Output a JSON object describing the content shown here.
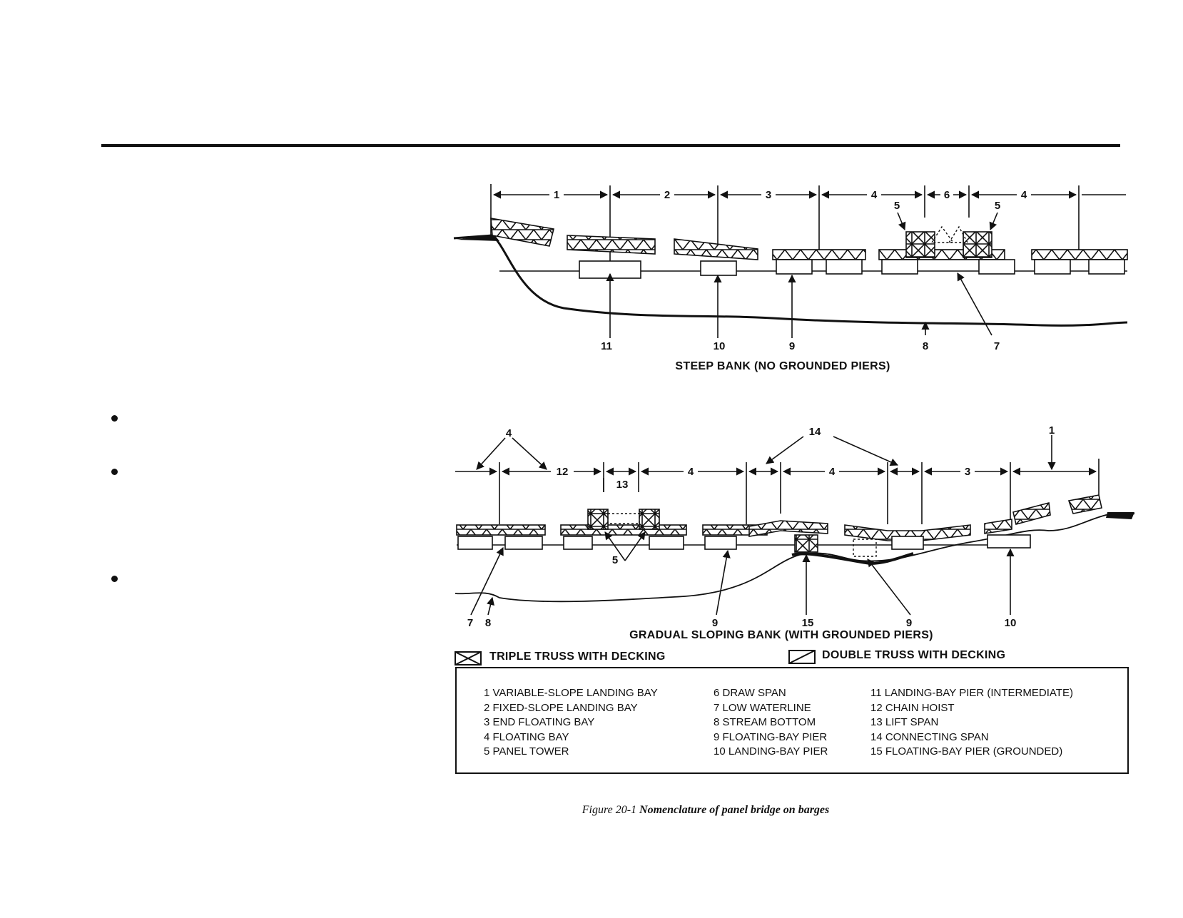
{
  "diagram_top": {
    "title": "STEEP BANK (NO GROUNDED PIERS)",
    "span_labels": [
      "1",
      "2",
      "3",
      "4",
      "6",
      "4"
    ],
    "callouts": [
      "5",
      "5",
      "11",
      "10",
      "9",
      "8",
      "7"
    ]
  },
  "diagram_bottom": {
    "title": "GRADUAL SLOPING BANK (WITH GROUNDED PIERS)",
    "span_labels": [
      "12",
      "4",
      "4",
      "3"
    ],
    "callouts": [
      "4",
      "14",
      "1",
      "13",
      "5",
      "7",
      "8",
      "9",
      "15",
      "9",
      "10"
    ]
  },
  "legend": {
    "triple": "TRIPLE TRUSS WITH DECKING",
    "double": "DOUBLE TRUSS WITH DECKING"
  },
  "key": {
    "col1": [
      "1 VARIABLE-SLOPE LANDING BAY",
      "2 FIXED-SLOPE LANDING BAY",
      "3 END FLOATING BAY",
      "4 FLOATING BAY",
      "5 PANEL TOWER"
    ],
    "col2": [
      "6 DRAW SPAN",
      "7 LOW WATERLINE",
      "8 STREAM BOTTOM",
      "9 FLOATING-BAY PIER",
      "10 LANDING-BAY PIER"
    ],
    "col3": [
      "11 LANDING-BAY PIER (INTERMEDIATE)",
      "12 CHAIN HOIST",
      "13 LIFT SPAN",
      "14 CONNECTING SPAN",
      "15 FLOATING-BAY PIER (GROUNDED)"
    ]
  },
  "caption": {
    "prefix": "Figure 20-1",
    "title": "Nomenclature of panel bridge on barges"
  }
}
